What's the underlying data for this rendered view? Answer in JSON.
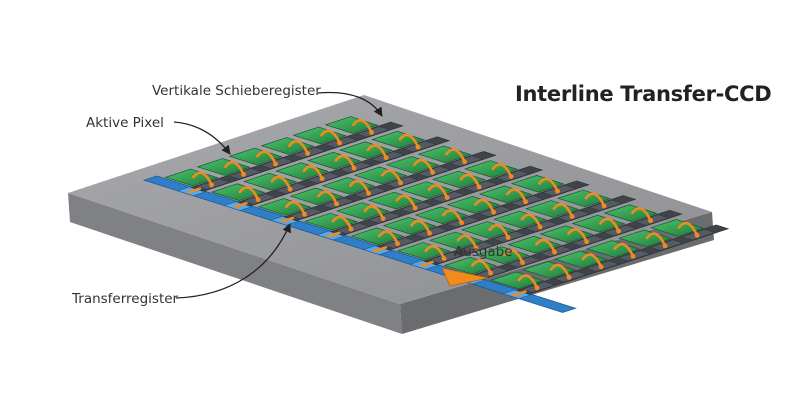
{
  "diagram": {
    "title": "Interline Transfer-CCD",
    "labels": {
      "vertical_shift_registers": "Vertikale Schieberegister",
      "active_pixels": "Aktive Pixel",
      "transfer_register": "Transferregister",
      "output": "Ausgabe"
    },
    "colors": {
      "background": "#ffffff",
      "board_top": "#9a9b9f",
      "board_left": "#7d7e82",
      "board_front": "#6a6b6f",
      "pixel": "#2f9a45",
      "pixel_highlight": "#47c16b",
      "register": "#3f434a",
      "transfer_register": "#2f7fc8",
      "arrow": "#f08c1e"
    }
  }
}
